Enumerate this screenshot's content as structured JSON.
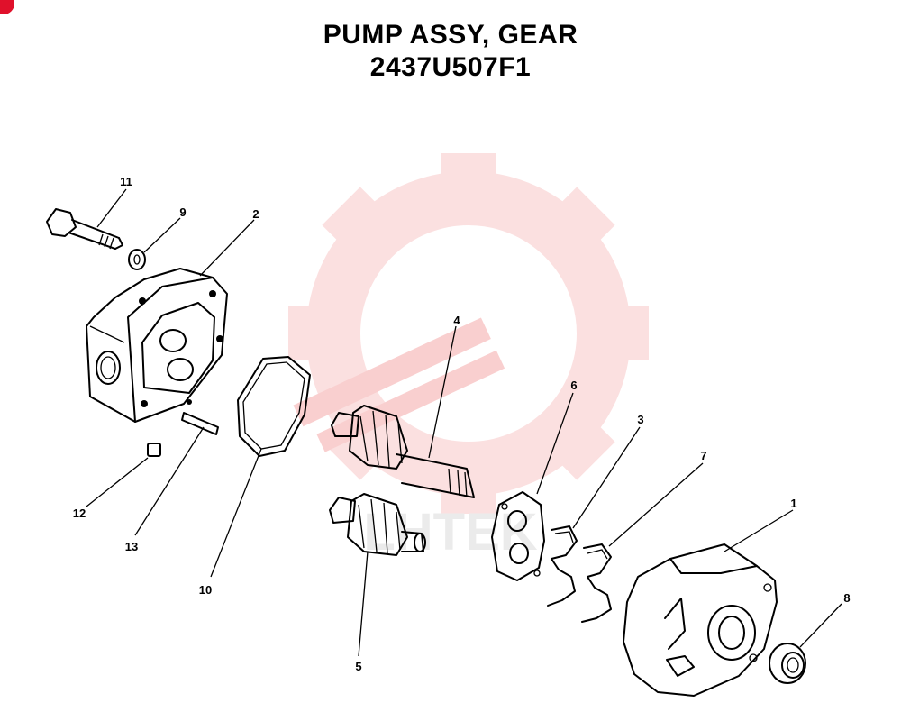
{
  "title": {
    "line1": "PUMP ASSY, GEAR",
    "line2": "2437U507F1"
  },
  "watermark": {
    "text": "LHTEK",
    "color": "#f06868",
    "icon": "gear-wrench-logo-icon"
  },
  "corner_badge": {
    "color": "#e0112b"
  },
  "callouts": {
    "c1": "1",
    "c2": "2",
    "c3": "3",
    "c4": "4",
    "c5": "5",
    "c6": "6",
    "c7": "7",
    "c8": "8",
    "c9": "9",
    "c10": "10",
    "c11": "11",
    "c12": "12",
    "c13": "13"
  }
}
